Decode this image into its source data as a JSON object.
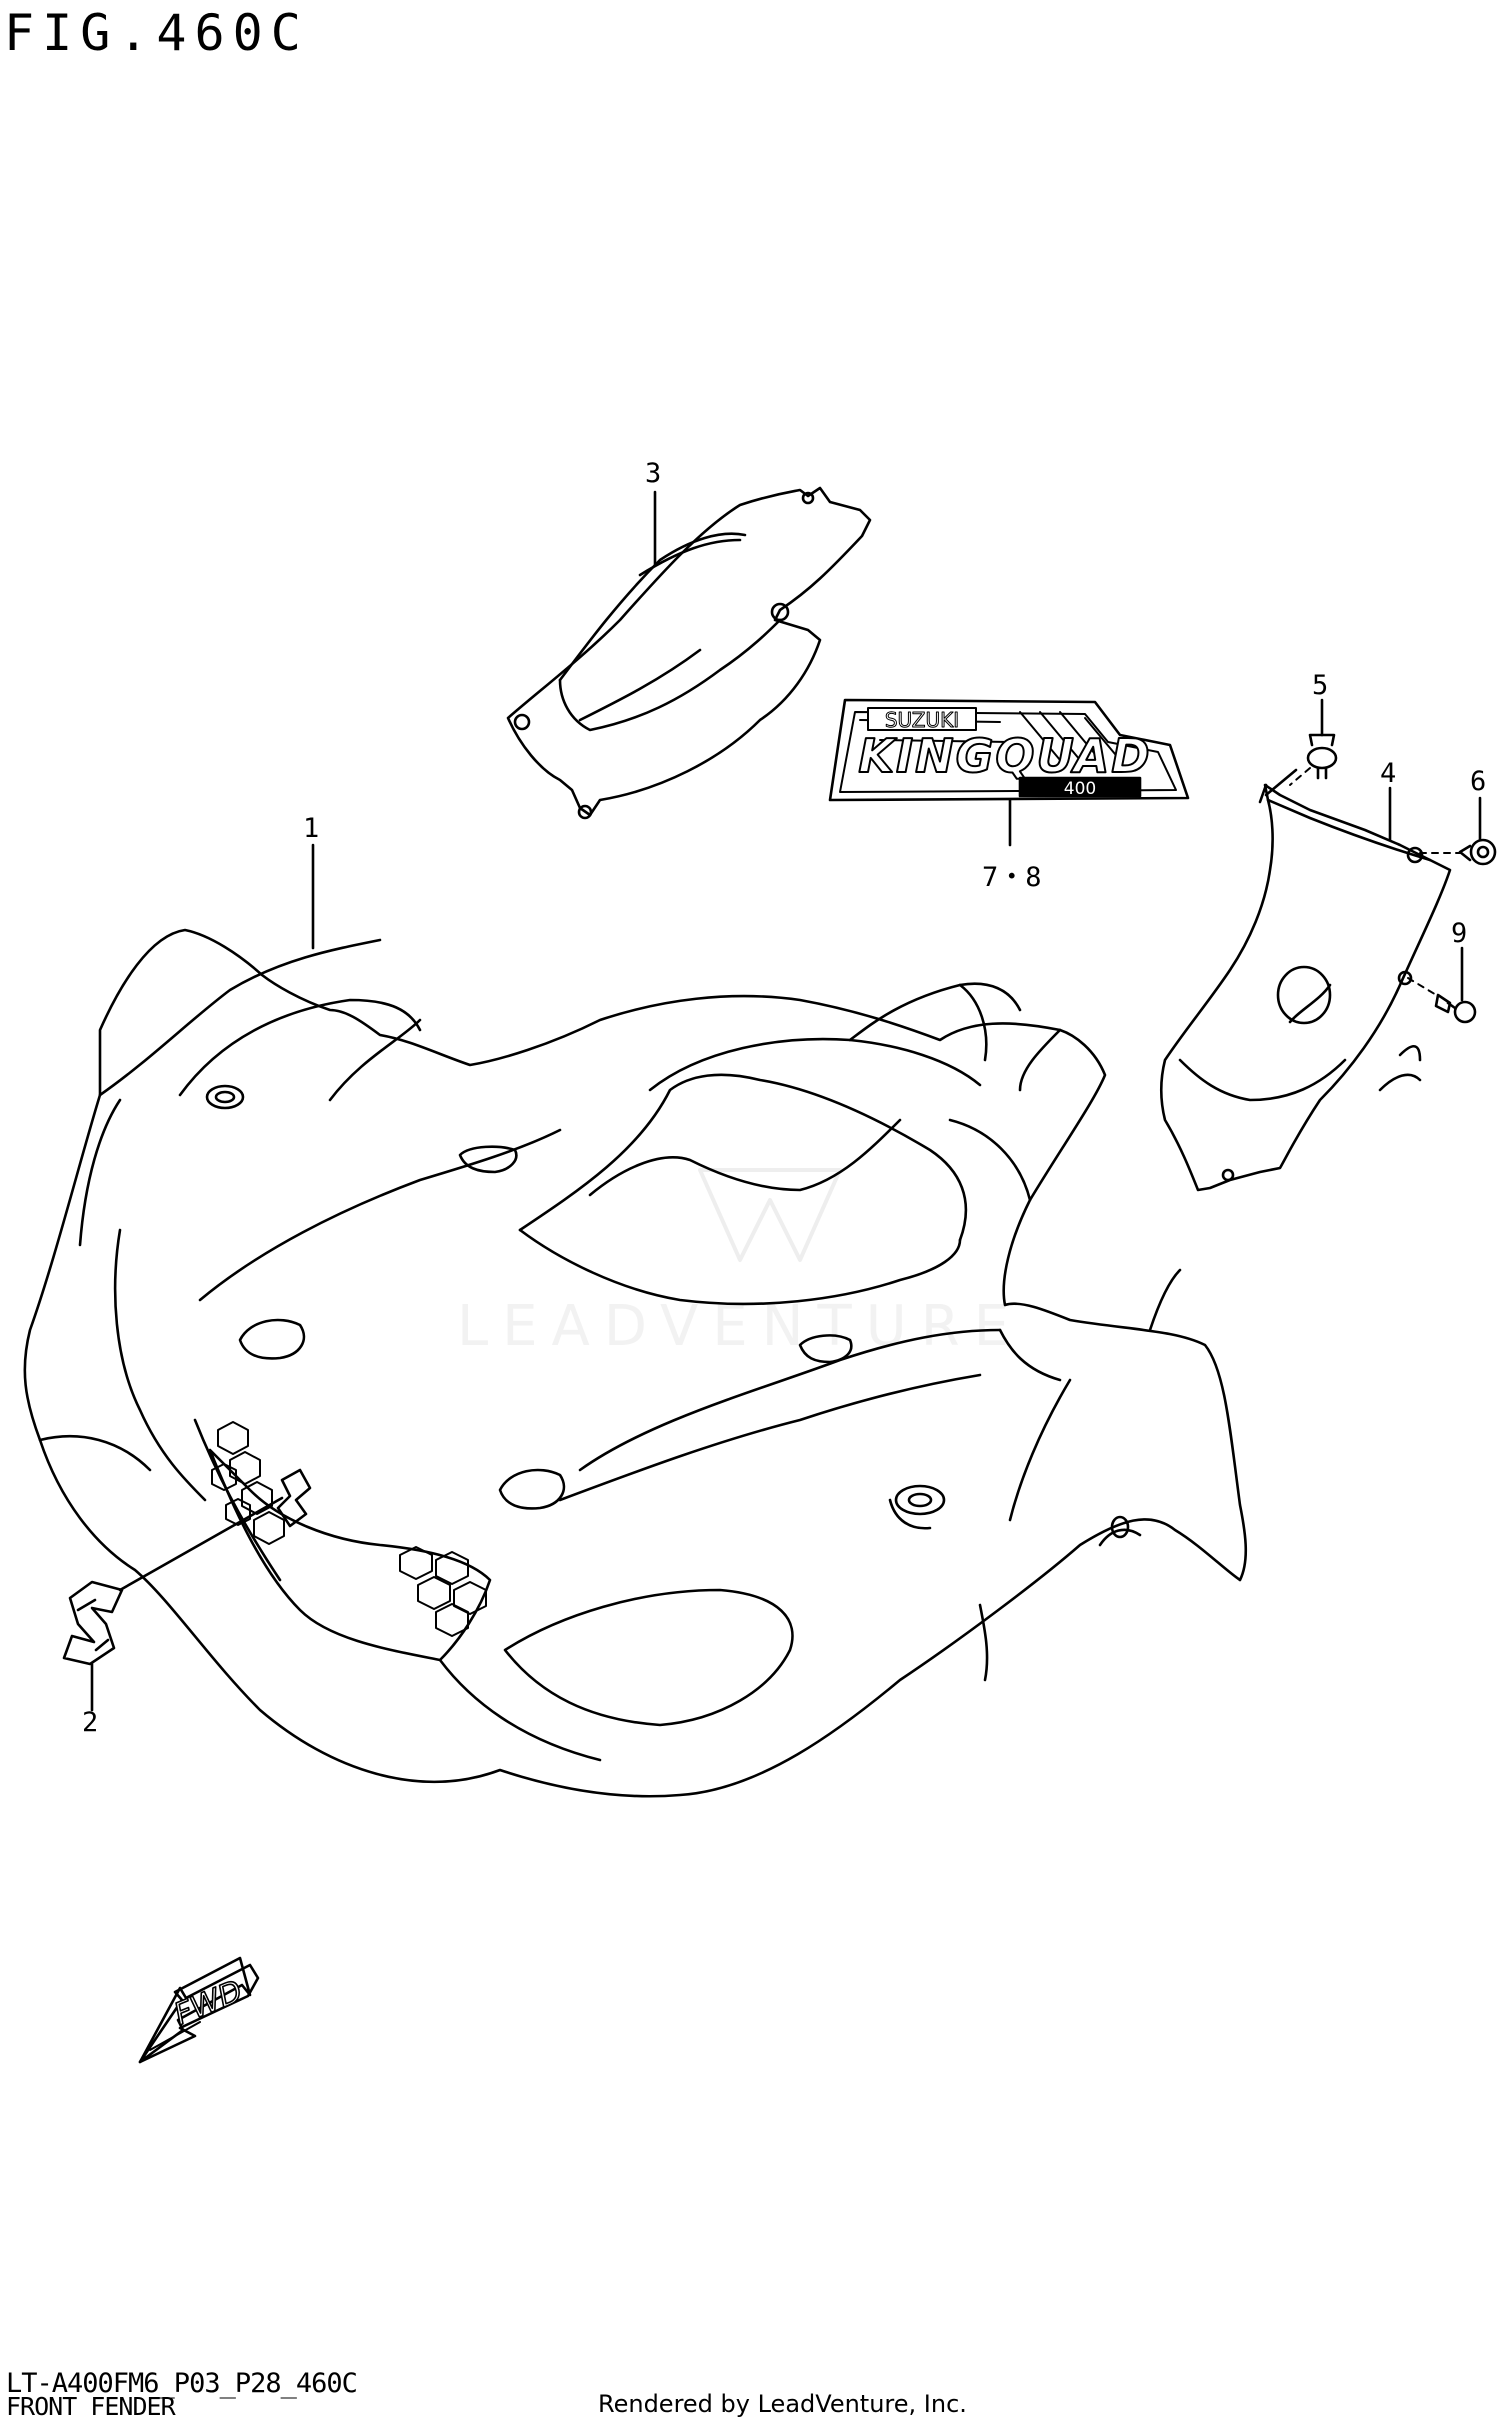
{
  "figure": {
    "title": "FIG.460C"
  },
  "footer": {
    "model_code": "LT-A400FM6_P03_P28_460C",
    "section_name": "FRONT FENDER",
    "credit": "Rendered by LeadVenture, Inc."
  },
  "watermark": {
    "text": "LEADVENTURE"
  },
  "decal": {
    "brand": "SUZUKI",
    "model": "KINGQUAD",
    "sub": "400"
  },
  "fwd_arrow": {
    "label": "FWD"
  },
  "callouts": [
    {
      "id": "1",
      "label": "1"
    },
    {
      "id": "2",
      "label": "2"
    },
    {
      "id": "3",
      "label": "3"
    },
    {
      "id": "4",
      "label": "4"
    },
    {
      "id": "5",
      "label": "5"
    },
    {
      "id": "6",
      "label": "6"
    },
    {
      "id": "78",
      "label": "7・8"
    },
    {
      "id": "9",
      "label": "9"
    }
  ],
  "colors": {
    "line": "#000000",
    "background": "#ffffff",
    "watermark": "#dcdcdc"
  }
}
